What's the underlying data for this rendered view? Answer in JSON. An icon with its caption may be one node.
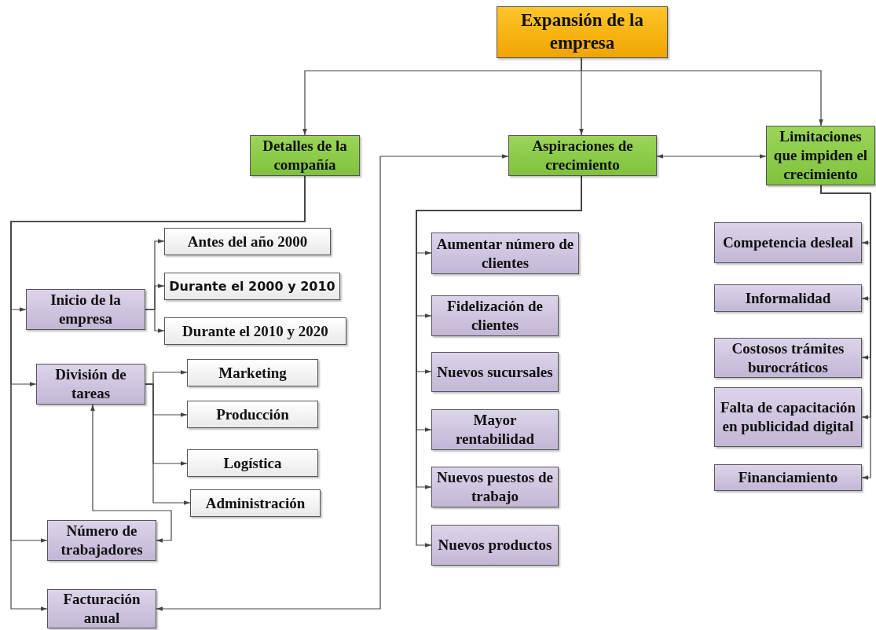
{
  "diagram": {
    "nodes": [
      {
        "text": [
          "Expansión de la empresa"
        ]
      },
      {
        "text": [
          "Detalles de la compañía"
        ]
      },
      {
        "text": [
          "Aspiraciones de crecimiento"
        ]
      },
      {
        "text": [
          "Limitaciones que impiden el crecimiento"
        ]
      },
      {
        "text": [
          "Inicio de la empresa"
        ]
      },
      {
        "text": [
          "Antes del año 2000"
        ]
      },
      {
        "text": [
          "Durante el 2000 y 2010"
        ]
      },
      {
        "text": [
          "Durante el 2010 y 2020"
        ]
      },
      {
        "text": [
          "División de tareas"
        ]
      },
      {
        "text": [
          "Marketing"
        ]
      },
      {
        "text": [
          "Producción"
        ]
      },
      {
        "text": [
          "Logística"
        ]
      },
      {
        "text": [
          "Administración"
        ]
      },
      {
        "text": [
          "Número de trabajadores"
        ]
      },
      {
        "text": [
          "Facturación anual"
        ]
      },
      {
        "text": [
          "Aumentar número de clientes"
        ]
      },
      {
        "text": [
          "Fidelización de clientes"
        ]
      },
      {
        "text": [
          "Nuevos sucursales"
        ]
      },
      {
        "text": [
          "Mayor rentabilidad"
        ]
      },
      {
        "text": [
          "Nuevos puestos de trabajo"
        ]
      },
      {
        "text": [
          "Nuevos productos"
        ]
      },
      {
        "text": [
          "Competencia desleal"
        ]
      },
      {
        "text": [
          "Informalidad"
        ]
      },
      {
        "text": [
          "Costosos trámites burocráticos"
        ]
      },
      {
        "text": [
          "Falta de capacitación en publicidad digital"
        ]
      },
      {
        "text": [
          "Financiamiento"
        ]
      }
    ],
    "edges": [
      {
        "from": 0,
        "to": 1,
        "arrow": "to"
      },
      {
        "from": 0,
        "to": 2,
        "arrow": "to"
      },
      {
        "from": 0,
        "to": 3,
        "arrow": "to"
      },
      {
        "from": 2,
        "to": 3,
        "arrow": "both"
      },
      {
        "from": 1,
        "to": 4,
        "arrow": "to"
      },
      {
        "from": 1,
        "to": 8,
        "arrow": "to"
      },
      {
        "from": 1,
        "to": 13,
        "arrow": "to"
      },
      {
        "from": 1,
        "to": 14,
        "arrow": "to"
      },
      {
        "from": 4,
        "to": 5,
        "arrow": "to"
      },
      {
        "from": 4,
        "to": 6,
        "arrow": "to"
      },
      {
        "from": 4,
        "to": 7,
        "arrow": "to"
      },
      {
        "from": 8,
        "to": 9,
        "arrow": "to"
      },
      {
        "from": 8,
        "to": 10,
        "arrow": "to"
      },
      {
        "from": 8,
        "to": 11,
        "arrow": "to"
      },
      {
        "from": 8,
        "to": 12,
        "arrow": "to"
      },
      {
        "from": 8,
        "to": 13,
        "arrow": "both"
      },
      {
        "from": 14,
        "to": 2,
        "arrow": "both"
      },
      {
        "from": 2,
        "to": 15,
        "arrow": "to"
      },
      {
        "from": 2,
        "to": 16,
        "arrow": "to"
      },
      {
        "from": 2,
        "to": 17,
        "arrow": "to"
      },
      {
        "from": 2,
        "to": 18,
        "arrow": "to"
      },
      {
        "from": 2,
        "to": 19,
        "arrow": "to"
      },
      {
        "from": 2,
        "to": 20,
        "arrow": "to"
      },
      {
        "from": 3,
        "to": 21,
        "arrow": "to"
      },
      {
        "from": 3,
        "to": 22,
        "arrow": "to"
      },
      {
        "from": 3,
        "to": 23,
        "arrow": "to"
      },
      {
        "from": 3,
        "to": 24,
        "arrow": "to"
      },
      {
        "from": 3,
        "to": 25,
        "arrow": "to"
      }
    ]
  }
}
